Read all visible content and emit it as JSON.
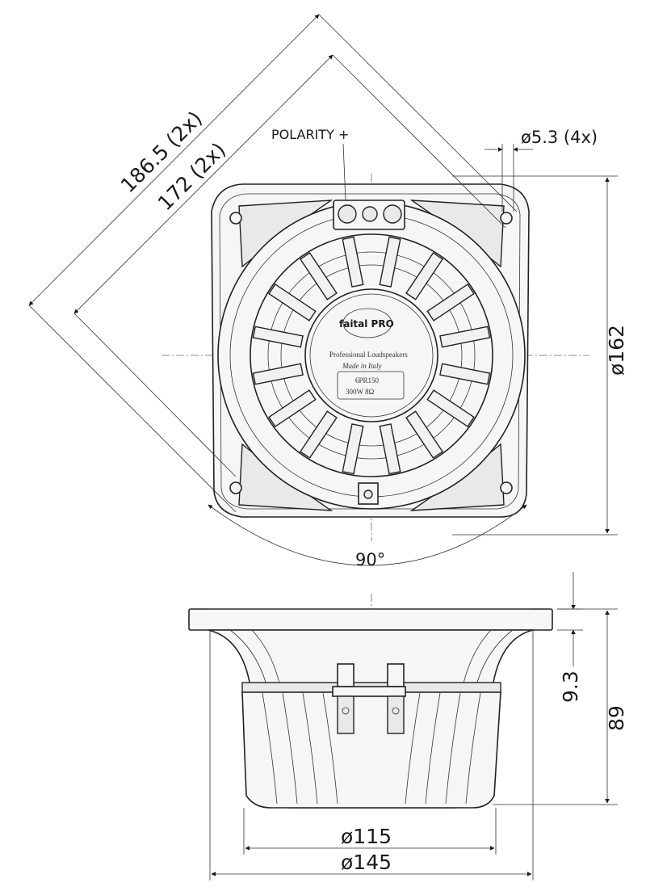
{
  "dimensions": {
    "diag_outer": "186.5 (2x)",
    "diag_inner": "172 (2x)",
    "hole": "ø5.3 (4x)",
    "front_height": "ø162",
    "angle": "90°",
    "flange": "9.3",
    "depth": "89",
    "magnet": "ø115",
    "body": "ø145"
  },
  "labels": {
    "polarity": "POLARITY +"
  },
  "logo": {
    "brand": "faital PRO",
    "line1": "Professional Loudspeakers",
    "line2": "Made in Italy",
    "model": "6PR150",
    "rating": "300W 8Ω"
  }
}
